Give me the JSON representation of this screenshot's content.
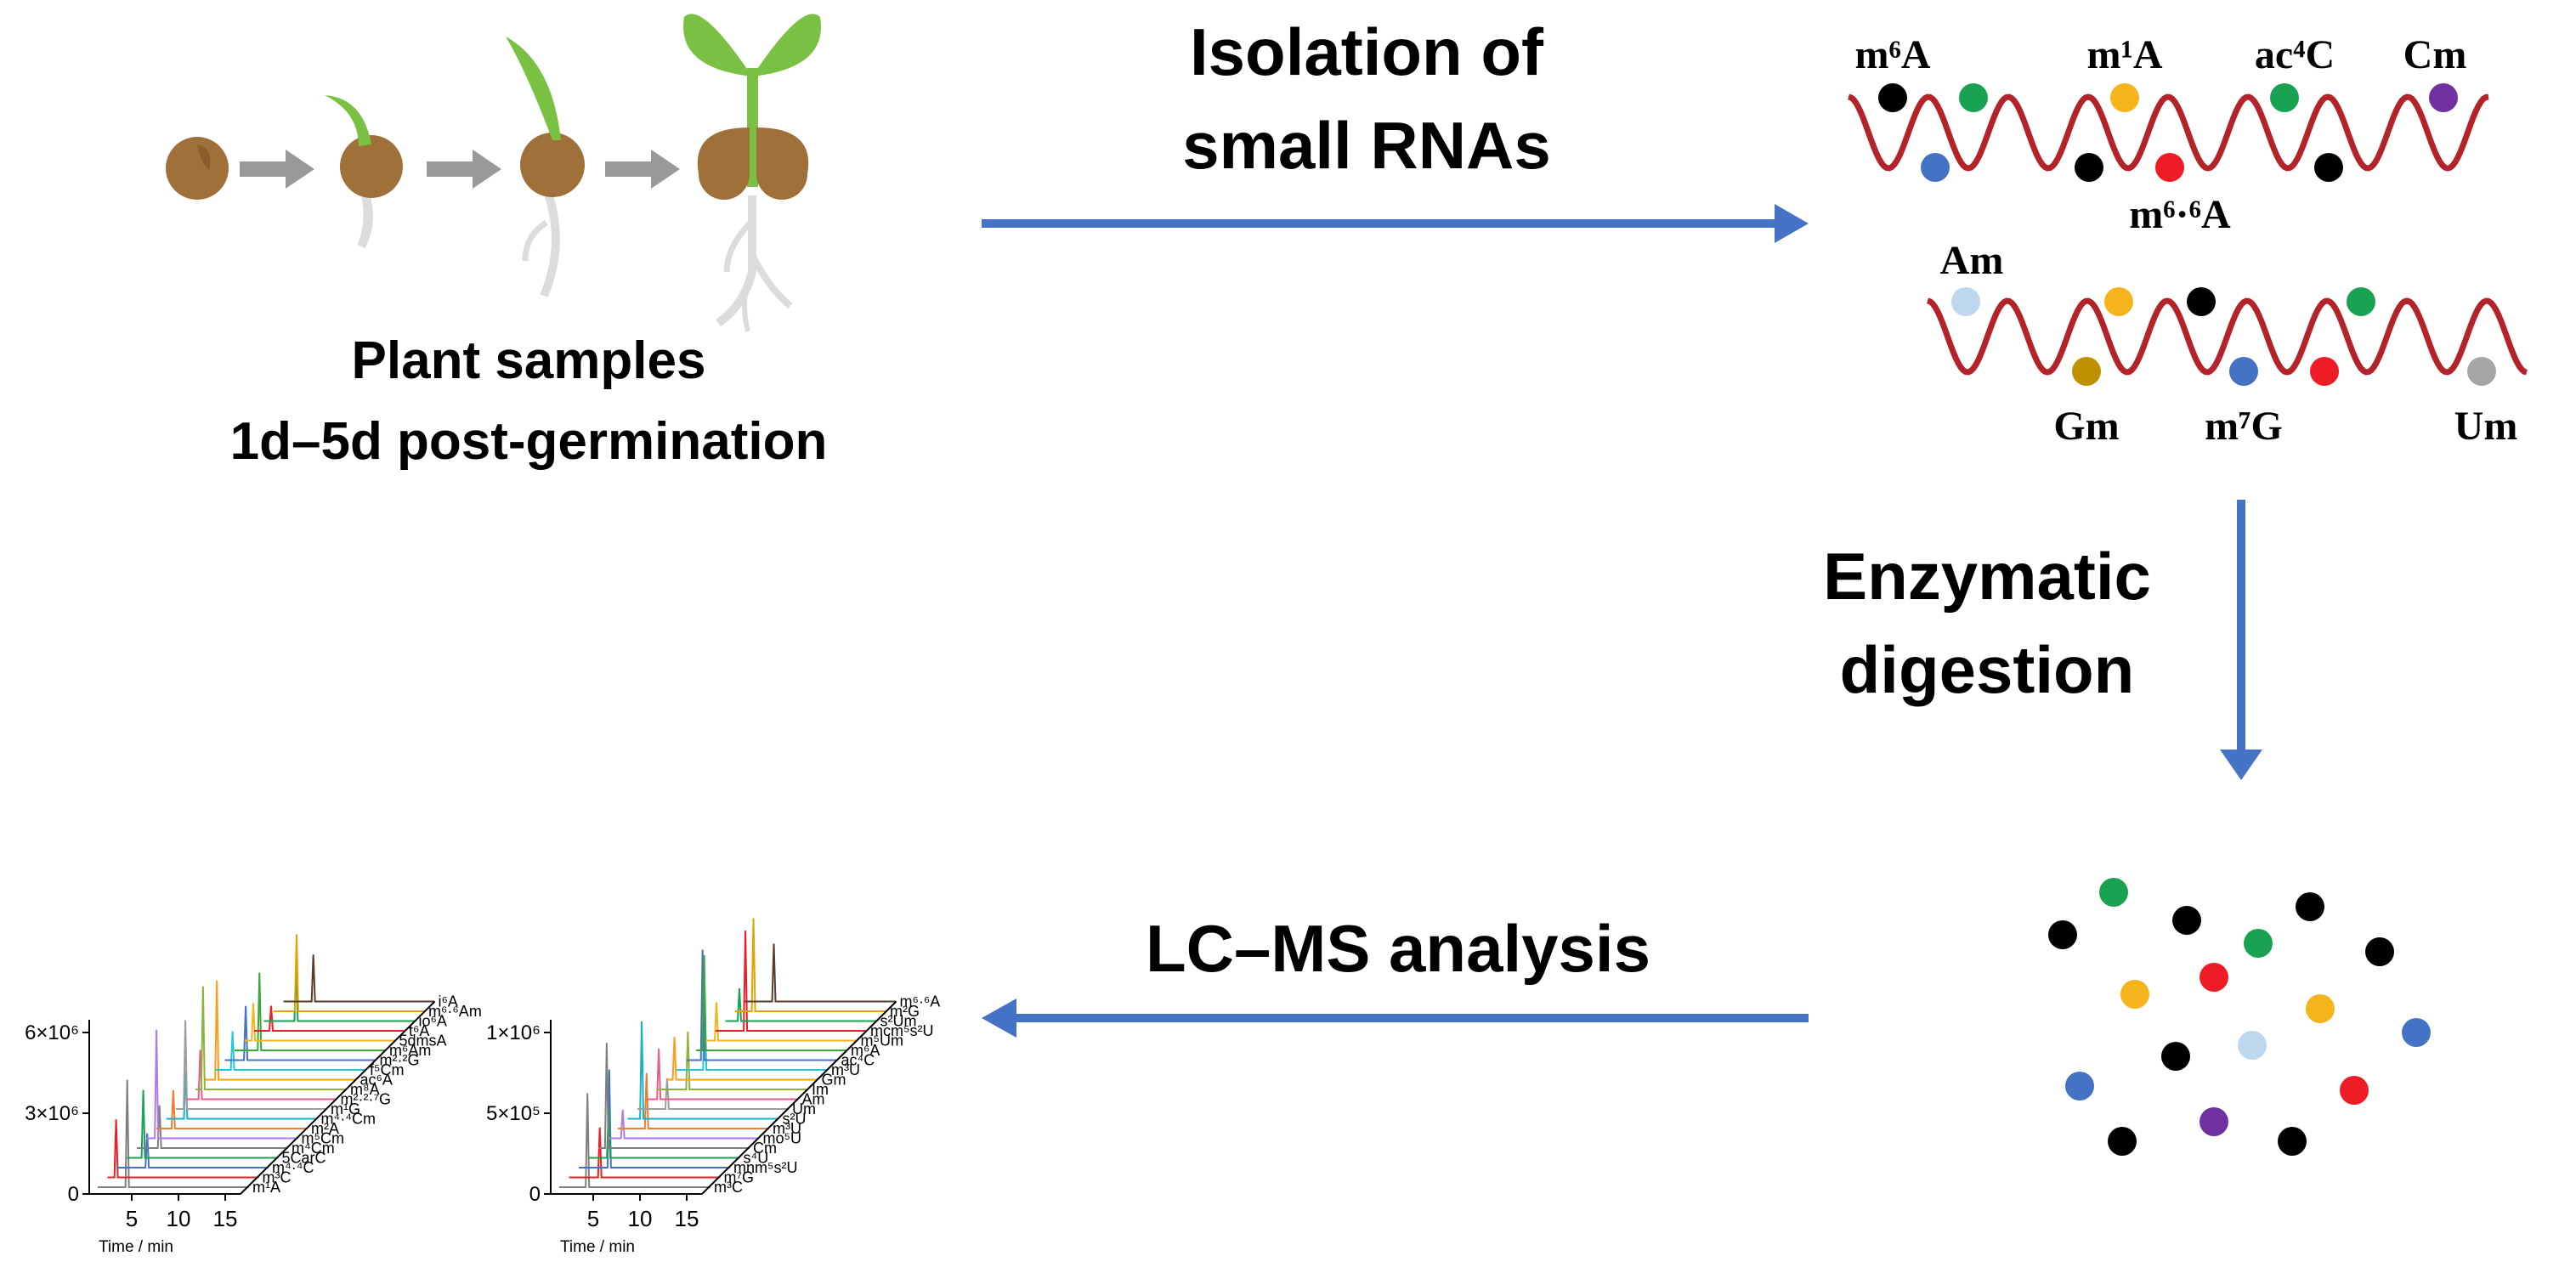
{
  "steps": {
    "plant": {
      "line1": "Plant samples",
      "line2": "1d–5d post-germination"
    },
    "isolation": {
      "line1": "Isolation of",
      "line2": "small RNAs"
    },
    "digestion": {
      "line1": "Enzymatic",
      "line2": "digestion"
    },
    "lcms": "LC–MS analysis"
  },
  "colors": {
    "arrow": "#4472c4",
    "strand": "#b2232a",
    "seed": "#a0703a",
    "sprout": "#7ac143",
    "root": "#dcdcdc",
    "stepArrow": "#999999"
  },
  "strand1_labels": {
    "m6A": "m⁶A",
    "m1A": "m¹A",
    "ac4C": "ac⁴C",
    "Cm": "Cm",
    "m66A": "m⁶·⁶A"
  },
  "strand2_labels": {
    "Am": "Am",
    "Gm": "Gm",
    "m7G": "m⁷G",
    "Um": "Um"
  },
  "chromatograms": [
    {
      "yticks": [
        "6×10⁶",
        "3×10⁶",
        "0"
      ],
      "xticks": [
        "5",
        "10",
        "15"
      ],
      "xlabel": "Time / min",
      "labels": [
        "m¹A",
        "m³C",
        "m⁴·⁴C",
        "5CarC",
        "m⁴Cm",
        "m⁵Cm",
        "m²A",
        "m⁴·⁴Cm",
        "m¹G",
        "m²·²·⁷G",
        "m⁸A",
        "ac⁶A",
        "f⁵Cm",
        "m²·²G",
        "m⁶Am",
        "5dmsA",
        "t⁶A",
        "io⁶A",
        "m⁶·⁶Am",
        "i⁶A"
      ]
    },
    {
      "yticks": [
        "1×10⁶",
        "5×10⁵",
        "0"
      ],
      "xticks": [
        "5",
        "10",
        "15"
      ],
      "xlabel": "Time / min",
      "labels": [
        "m³C",
        "m⁷G",
        "mnm⁵s²U",
        "s⁴U",
        "Cm",
        "mo⁵U",
        "m³U",
        "s²U",
        "Um",
        "Am",
        "Im",
        "Gm",
        "m³U",
        "ac⁴C",
        "m⁶A",
        "m⁵Um",
        "mcm⁵s²U",
        "s²Um",
        "m²G",
        "m⁶·⁶A"
      ]
    }
  ]
}
